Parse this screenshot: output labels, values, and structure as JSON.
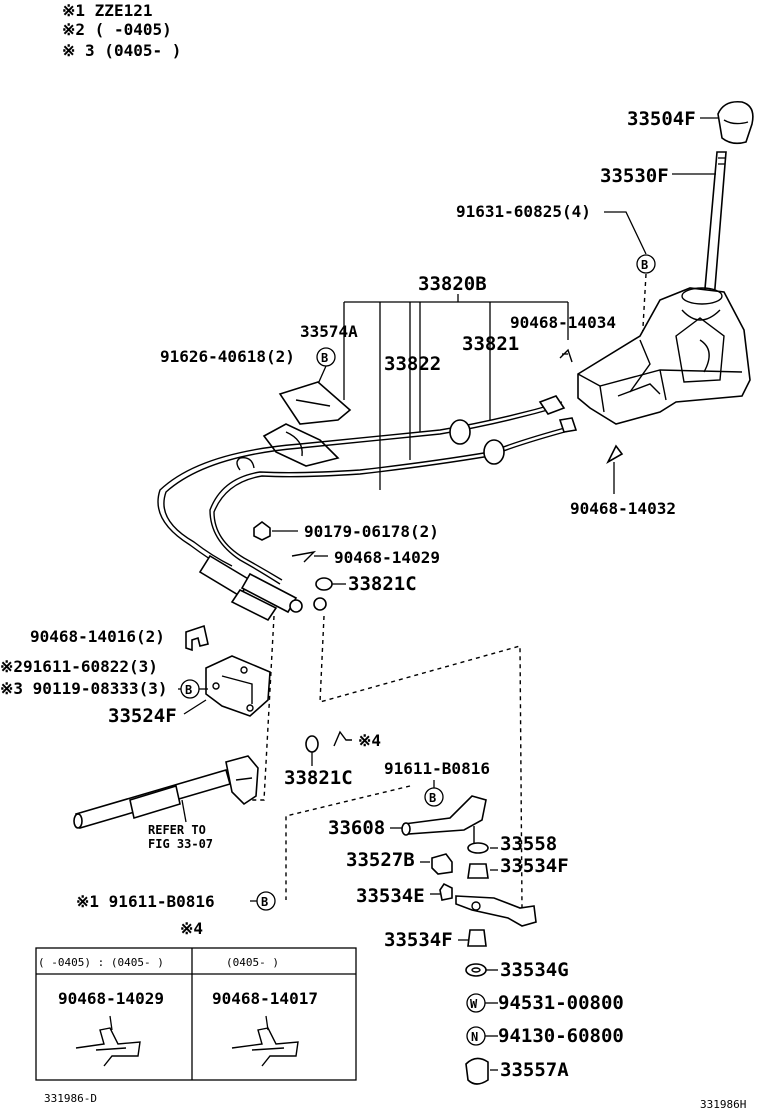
{
  "notes": {
    "n1": "※1 ZZE121",
    "n2": "※2 (      -0405)",
    "n3": "※ 3 (0405-      )"
  },
  "labels": {
    "p33504F": "33504F",
    "p33530F": "33530F",
    "p91631": "91631-60825(4)",
    "p33820B": "33820B",
    "p33574A": "33574A",
    "p90468_14034": "90468-14034",
    "p91626": "91626-40618(2)",
    "p33822": "33822",
    "p33821": "33821",
    "p90468_14032": "90468-14032",
    "p90179": "90179-06178(2)",
    "p90468_14029": "90468-14029",
    "p33821C_a": "33821C",
    "p90468_14016": "90468-14016(2)",
    "p91611_60822": "※291611-60822(3)",
    "p90119": "※3 90119-08333(3)",
    "p33524F": "33524F",
    "star4": "※4",
    "p33821C_b": "33821C",
    "p91611_B0816_a": "91611-B0816",
    "refer1": "REFER TO",
    "refer2": "FIG 33-07",
    "p33608": "33608",
    "p33558": "33558",
    "p33527B": "33527B",
    "p33534F_a": "33534F",
    "p33534E": "33534E",
    "p91611_B0816_b": "※1 91611-B0816",
    "p33534F_b": "33534F",
    "p33534G": "33534G",
    "p94531": "94531-00800",
    "p94130": "94130-60800",
    "p33557A": "33557A",
    "circB": "B",
    "circW": "W",
    "circN": "N"
  },
  "table": {
    "title": "※4",
    "h1": "(     -0405) : (0405-      )",
    "h2": "(0405-      )",
    "c1": "90468-14029",
    "c2": "90468-14017"
  },
  "codes": {
    "left": "331986-D",
    "right": "331986H"
  }
}
